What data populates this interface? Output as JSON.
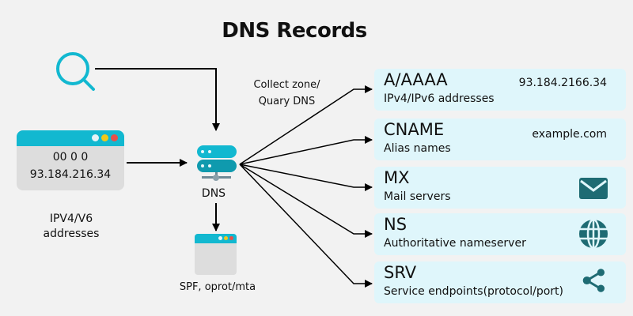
{
  "title": "DNS Records",
  "colors": {
    "accent": "#12b8d0",
    "record_bg": "#dff6fb",
    "icon_dark": "#1e6b73",
    "window_bg": "#dddddd",
    "dot_white": "#e6f3f6",
    "dot_yellow": "#f2c81a",
    "dot_red": "#e8504a"
  },
  "nodes": {
    "search": {
      "icon": "search-icon"
    },
    "ip_window": {
      "line1": "00 0 0",
      "line2": "93.184.216.34",
      "caption_line1": "IPV4/V6",
      "caption_line2": "addresses"
    },
    "dns": {
      "icon": "server-icon",
      "label": "DNS"
    },
    "spf_window": {
      "caption": "SPF, oprot/mta"
    },
    "collect_label": {
      "line1": "Collect zone/",
      "line2": "Quary DNS"
    }
  },
  "records": [
    {
      "type": "A/AAAA",
      "description": "IPv4/IPv6 addresses",
      "value": "93.184.2166.34"
    },
    {
      "type": "CNAME",
      "description": "Alias names",
      "value": "example.com"
    },
    {
      "type": "MX",
      "description": "Mail servers",
      "icon": "envelope-icon"
    },
    {
      "type": "NS",
      "description": "Authoritative nameserver",
      "icon": "globe-icon"
    },
    {
      "type": "SRV",
      "description": "Service endpoints(protocol/port)",
      "icon": "share-icon"
    }
  ]
}
